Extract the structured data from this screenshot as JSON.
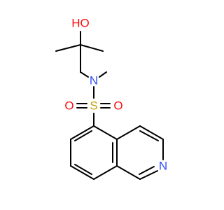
{
  "molecule": {
    "atoms": {
      "oxygen_hydroxyl": {
        "label": "HO",
        "color": "#ff0d0d"
      },
      "nitrogen_amide": {
        "label": "N",
        "color": "#3050f8"
      },
      "sulfur": {
        "label": "S",
        "color": "#c8a000"
      },
      "oxygen_left": {
        "label": "O",
        "color": "#ff0d0d"
      },
      "oxygen_right": {
        "label": "O",
        "color": "#ff0d0d"
      },
      "nitrogen_ring": {
        "label": "N",
        "color": "#3050f8"
      }
    },
    "bond_color": "#000000"
  }
}
